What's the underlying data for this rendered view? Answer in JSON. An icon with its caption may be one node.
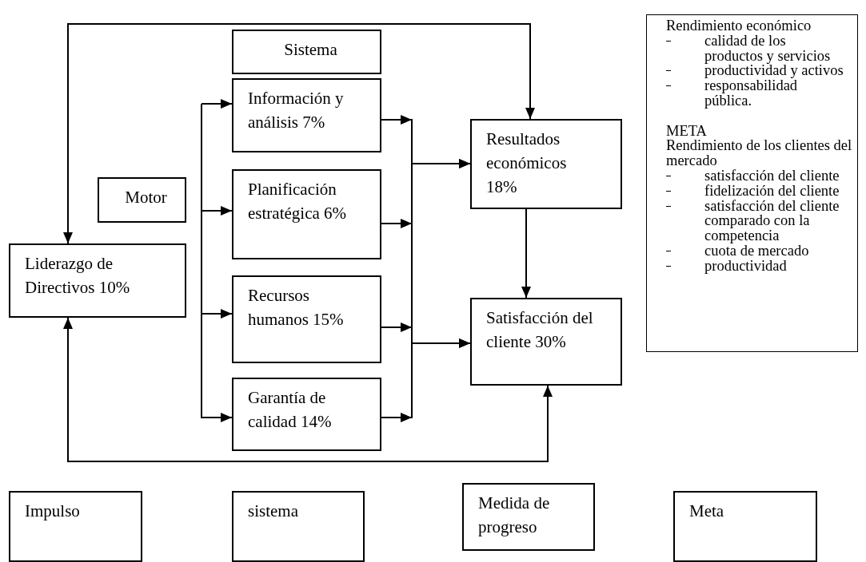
{
  "diagram": {
    "nodes": [
      {
        "text": [
          "Sistema"
        ]
      },
      {
        "text": [
          "Información y análisis 7%"
        ]
      },
      {
        "text": [
          "Motor"
        ]
      },
      {
        "text": [
          "Planificación estratégica 6%"
        ]
      },
      {
        "text": [
          "Liderazgo de Directivos 10%"
        ]
      },
      {
        "text": [
          "Recursos humanos 15%"
        ]
      },
      {
        "text": [
          "Garantía de calidad 14%"
        ]
      },
      {
        "text": [
          "Resultados económicos 18%"
        ]
      },
      {
        "text": [
          "Satisfacción del cliente 30%"
        ]
      },
      {
        "text": [
          "Rendimiento económico",
          "calidad de los productos y servicios",
          "productividad y activos",
          "responsabilidad pública.",
          "META",
          "Rendimiento de los clientes del mercado",
          "satisfacción del cliente",
          "fidelización del cliente",
          "satisfacción del cliente comparado con la competencia",
          "cuota de mercado",
          "productividad"
        ]
      },
      {
        "text": [
          "Impulso"
        ]
      },
      {
        "text": [
          "sistema"
        ]
      },
      {
        "text": [
          "Medida de progreso"
        ]
      },
      {
        "text": [
          "Meta"
        ]
      }
    ],
    "edges": [
      {
        "from": null,
        "to": 1,
        "arrow": "to"
      },
      {
        "from": null,
        "to": 3,
        "arrow": "to"
      },
      {
        "from": null,
        "to": 5,
        "arrow": "to"
      },
      {
        "from": null,
        "to": 6,
        "arrow": "to"
      },
      {
        "from": 1,
        "to": 7,
        "arrow": "to"
      },
      {
        "from": 3,
        "to": 7,
        "arrow": "to"
      },
      {
        "from": 5,
        "to": 8,
        "arrow": "to"
      },
      {
        "from": 6,
        "to": 8,
        "arrow": "to"
      },
      {
        "from": 4,
        "to": 7,
        "arrow": "both"
      },
      {
        "from": 4,
        "to": 8,
        "arrow": "both"
      },
      {
        "from": 7,
        "to": 8,
        "arrow": "to"
      }
    ]
  }
}
